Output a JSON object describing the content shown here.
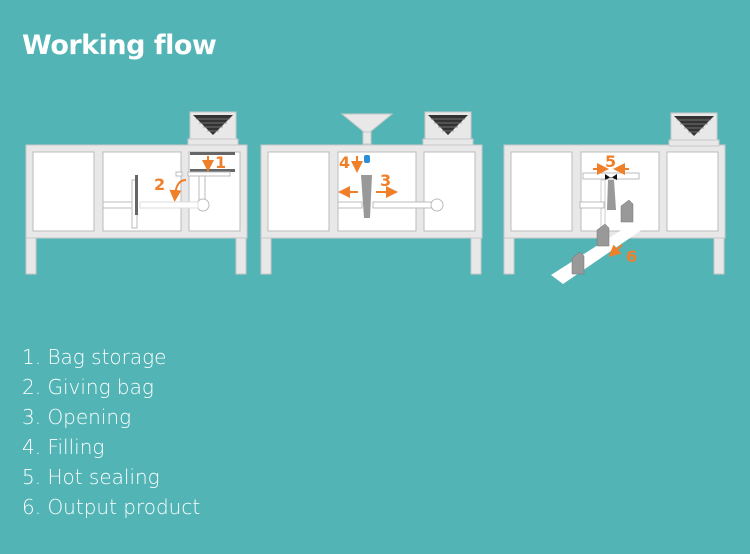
{
  "title": "Working flow",
  "step_numbers": [
    "1",
    "2",
    "3",
    "4",
    "5",
    "6"
  ],
  "steps": [
    "1. Bag storage",
    "2. Giving bag",
    "3. Opening",
    "4. Filling",
    "5. Hot sealing",
    "6. Output product"
  ],
  "colors": {
    "background": "#53b4b6",
    "machine": "#e8e8e8",
    "accent": "#f07f2a"
  }
}
